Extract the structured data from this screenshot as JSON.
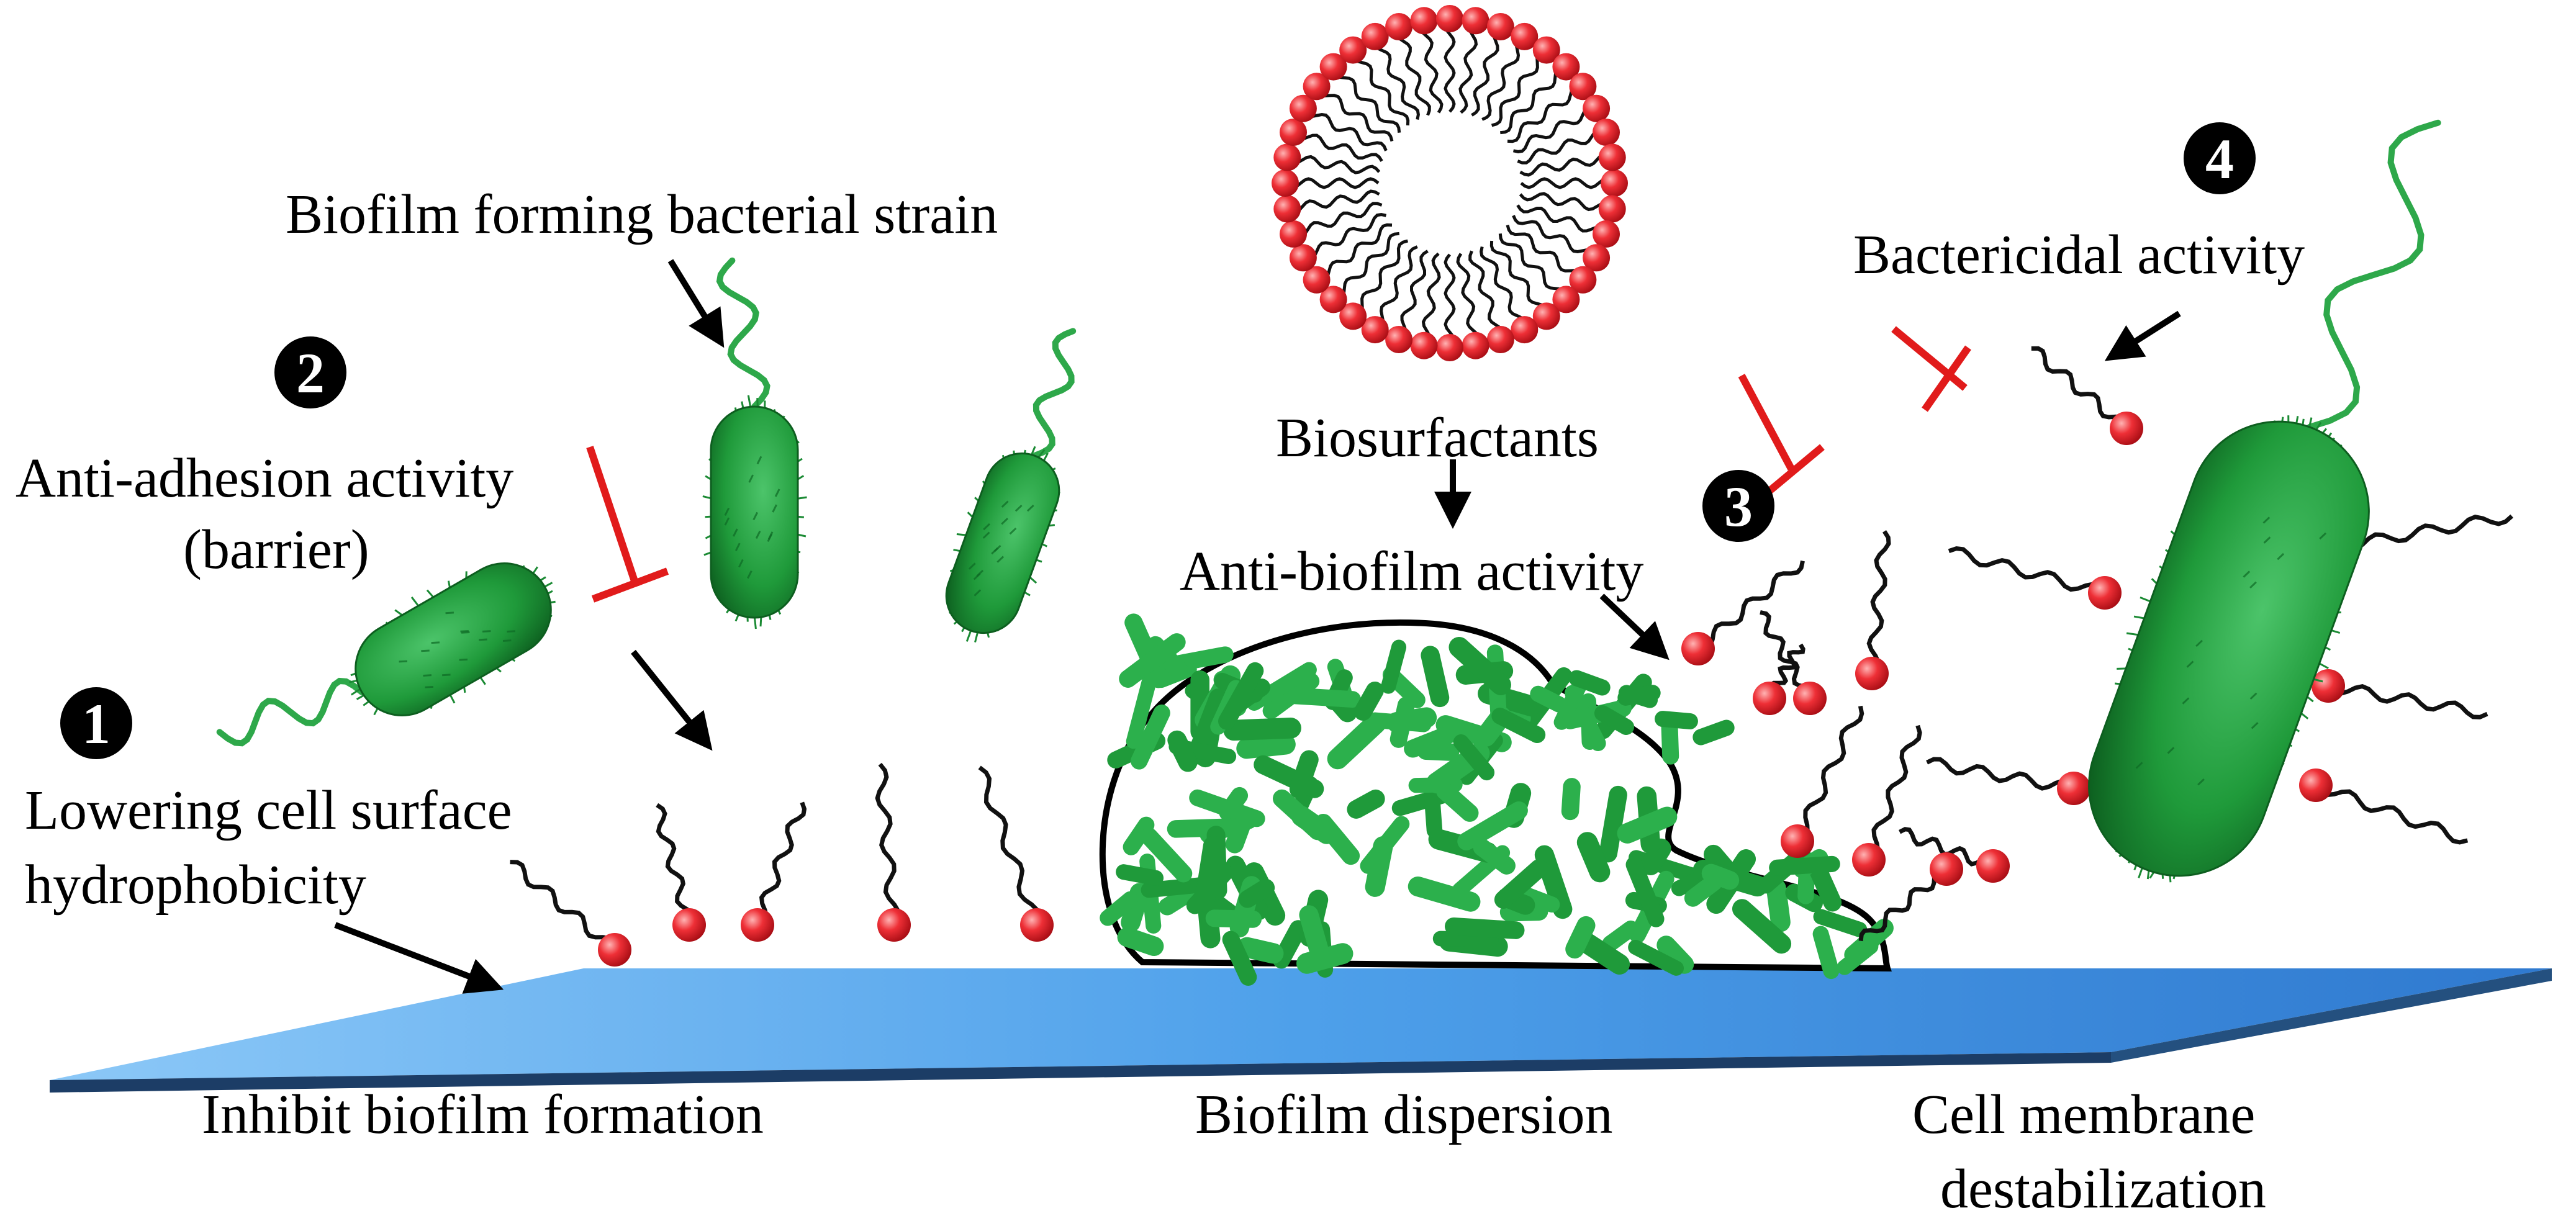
{
  "labels": {
    "strain": "Biofilm forming bacterial strain",
    "anti_adhesion": "Anti-adhesion activity",
    "barrier": "(barrier)",
    "lowering_line1": "Lowering cell surface",
    "lowering_line2": "hydrophobicity",
    "biosurfactants": "Biosurfactants",
    "anti_biofilm": "Anti-biofilm activity",
    "bactericidal": "Bactericidal activity",
    "inhibit": "Inhibit biofilm formation",
    "dispersion": "Biofilm dispersion",
    "membrane_line1": "Cell membrane",
    "membrane_line2": "destabilization"
  },
  "markers": [
    "1",
    "2",
    "3",
    "4"
  ],
  "colors": {
    "bacteria": "#1f9a3a",
    "bacteria_dark": "#0d5e1f",
    "surfactant_head": "#e8202a",
    "inhibit_symbol": "#e11b1b",
    "surface_top": "#5aa8ec",
    "surface_edge": "#1c3d66"
  }
}
